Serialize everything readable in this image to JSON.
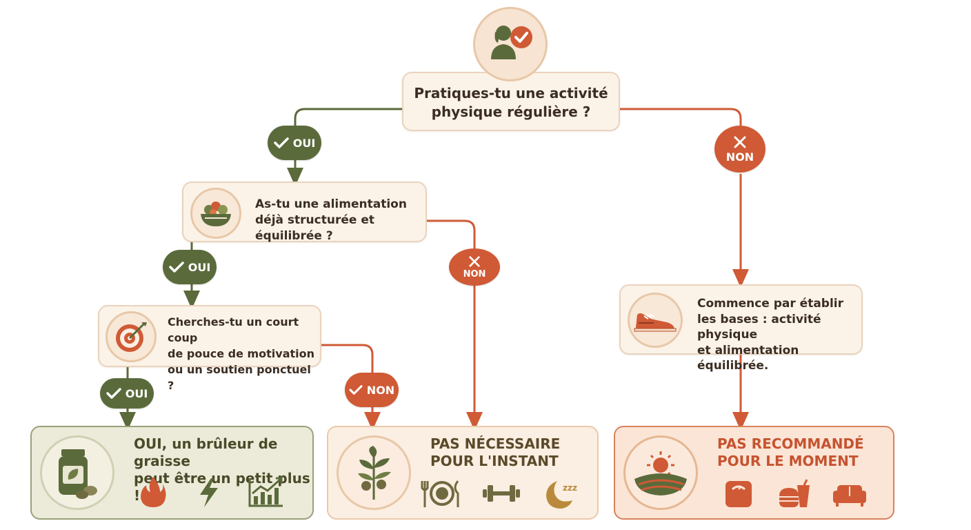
{
  "question1": {
    "text_line1": "Pratiques-tu une activité",
    "text_line2": "physique régulière ?",
    "icon": "person-check-icon"
  },
  "question2": {
    "text_line1": "As-tu une alimentation",
    "text_line2": "déjà structurée et équilibrée ?",
    "icon": "salad-bowl-icon"
  },
  "question3": {
    "text_line1": "Cherches-tu un court coup",
    "text_line2": "de pouce de motivation",
    "text_line3": "ou un soutien ponctuel ?",
    "icon": "target-icon"
  },
  "advice": {
    "text_line1": "Commence par établir",
    "text_line2": "les bases : activité physique",
    "text_line3": "et alimentation équilibrée.",
    "icon": "sneaker-icon"
  },
  "badges": {
    "oui": "OUI",
    "non": "NON"
  },
  "results": {
    "yes": {
      "line1": "OUI, un brûleur de graisse",
      "line2": "peut être un petit plus !",
      "icons": [
        "supplement-jar-icon",
        "flame-icon",
        "lightning-icon",
        "growth-chart-icon"
      ]
    },
    "not_needed": {
      "line1": "PAS NÉCESSAIRE",
      "line2": "POUR L'INSTANT",
      "icons": [
        "plant-icon",
        "plate-cutlery-icon",
        "dumbbell-icon",
        "sleep-moon-icon"
      ]
    },
    "not_recommended": {
      "line1": "PAS RECOMMANDÉ",
      "line2": "POUR LE MOMENT",
      "icons": [
        "sun-landscape-icon",
        "scale-icon",
        "fast-food-icon",
        "sofa-icon"
      ]
    }
  },
  "colors": {
    "green": "#5b6a3b",
    "orange": "#cf5a35",
    "box_fill": "#fbf3e8",
    "box_border": "#ead3bd"
  }
}
